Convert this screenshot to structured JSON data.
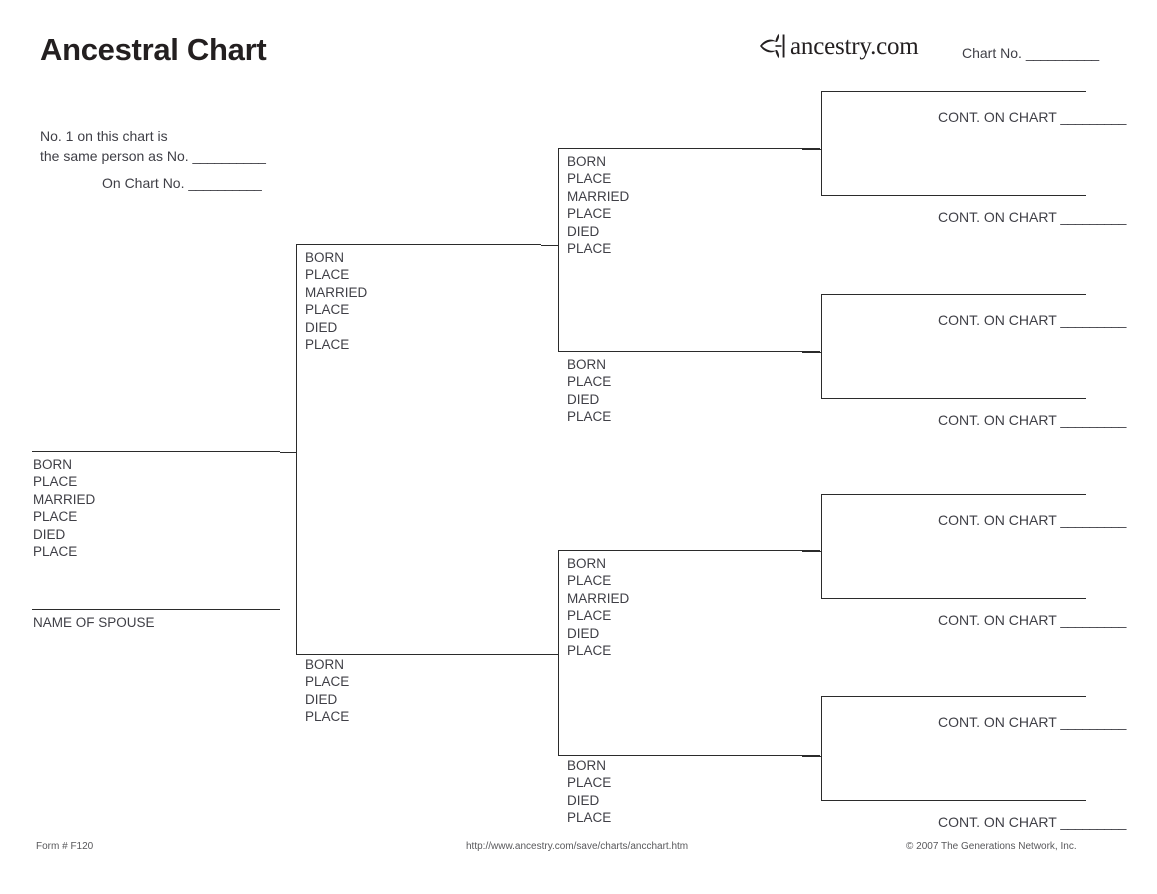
{
  "header": {
    "title": "Ancestral Chart",
    "brand_name": "ancestry.com",
    "brand_icon": "ancestry-leaf-logo",
    "chart_no_label": "Chart No.",
    "blank": "__________"
  },
  "note": {
    "line1": "No. 1 on this chart is",
    "line2_prefix": "the same person as No.",
    "on_chart_label": "On Chart No.",
    "blank": "__________"
  },
  "field_sets": {
    "with_marriage": [
      "BORN",
      "PLACE",
      "MARRIED",
      "PLACE",
      "DIED",
      "PLACE"
    ],
    "without_marriage": [
      "BORN",
      "PLACE",
      "DIED",
      "PLACE"
    ]
  },
  "person1": {
    "fields": [
      "BORN",
      "PLACE",
      "MARRIED",
      "PLACE",
      "DIED",
      "PLACE"
    ],
    "spouse_label": "NAME OF SPOUSE"
  },
  "generation2": [
    {
      "position": "father",
      "fields": [
        "BORN",
        "PLACE",
        "MARRIED",
        "PLACE",
        "DIED",
        "PLACE"
      ]
    },
    {
      "position": "mother",
      "fields": [
        "BORN",
        "PLACE",
        "DIED",
        "PLACE"
      ]
    }
  ],
  "generation3": [
    {
      "position": "paternal-grandfather",
      "fields": [
        "BORN",
        "PLACE",
        "MARRIED",
        "PLACE",
        "DIED",
        "PLACE"
      ]
    },
    {
      "position": "paternal-grandmother",
      "fields": [
        "BORN",
        "PLACE",
        "DIED",
        "PLACE"
      ]
    },
    {
      "position": "maternal-grandfather",
      "fields": [
        "BORN",
        "PLACE",
        "MARRIED",
        "PLACE",
        "DIED",
        "PLACE"
      ]
    },
    {
      "position": "maternal-grandmother",
      "fields": [
        "BORN",
        "PLACE",
        "DIED",
        "PLACE"
      ]
    }
  ],
  "generation4": [
    {
      "slot": 1,
      "label": "CONT. ON CHART",
      "blank": "_________"
    },
    {
      "slot": 2,
      "label": "CONT. ON CHART",
      "blank": "_________"
    },
    {
      "slot": 3,
      "label": "CONT. ON CHART",
      "blank": "_________"
    },
    {
      "slot": 4,
      "label": "CONT. ON CHART",
      "blank": "_________"
    },
    {
      "slot": 5,
      "label": "CONT. ON CHART",
      "blank": "_________"
    },
    {
      "slot": 6,
      "label": "CONT. ON CHART",
      "blank": "_________"
    },
    {
      "slot": 7,
      "label": "CONT. ON CHART",
      "blank": "_________"
    },
    {
      "slot": 8,
      "label": "CONT. ON CHART",
      "blank": "_________"
    }
  ],
  "footer": {
    "form_number": "Form # F120",
    "url": "http://www.ancestry.com/save/charts/ancchart.htm",
    "copyright": "© 2007 The Generations Network, Inc."
  },
  "colors": {
    "ink": "#231f20",
    "text": "#3f3f46",
    "rule": "#2b2b2b",
    "footer": "#58585b",
    "background": "#ffffff"
  }
}
